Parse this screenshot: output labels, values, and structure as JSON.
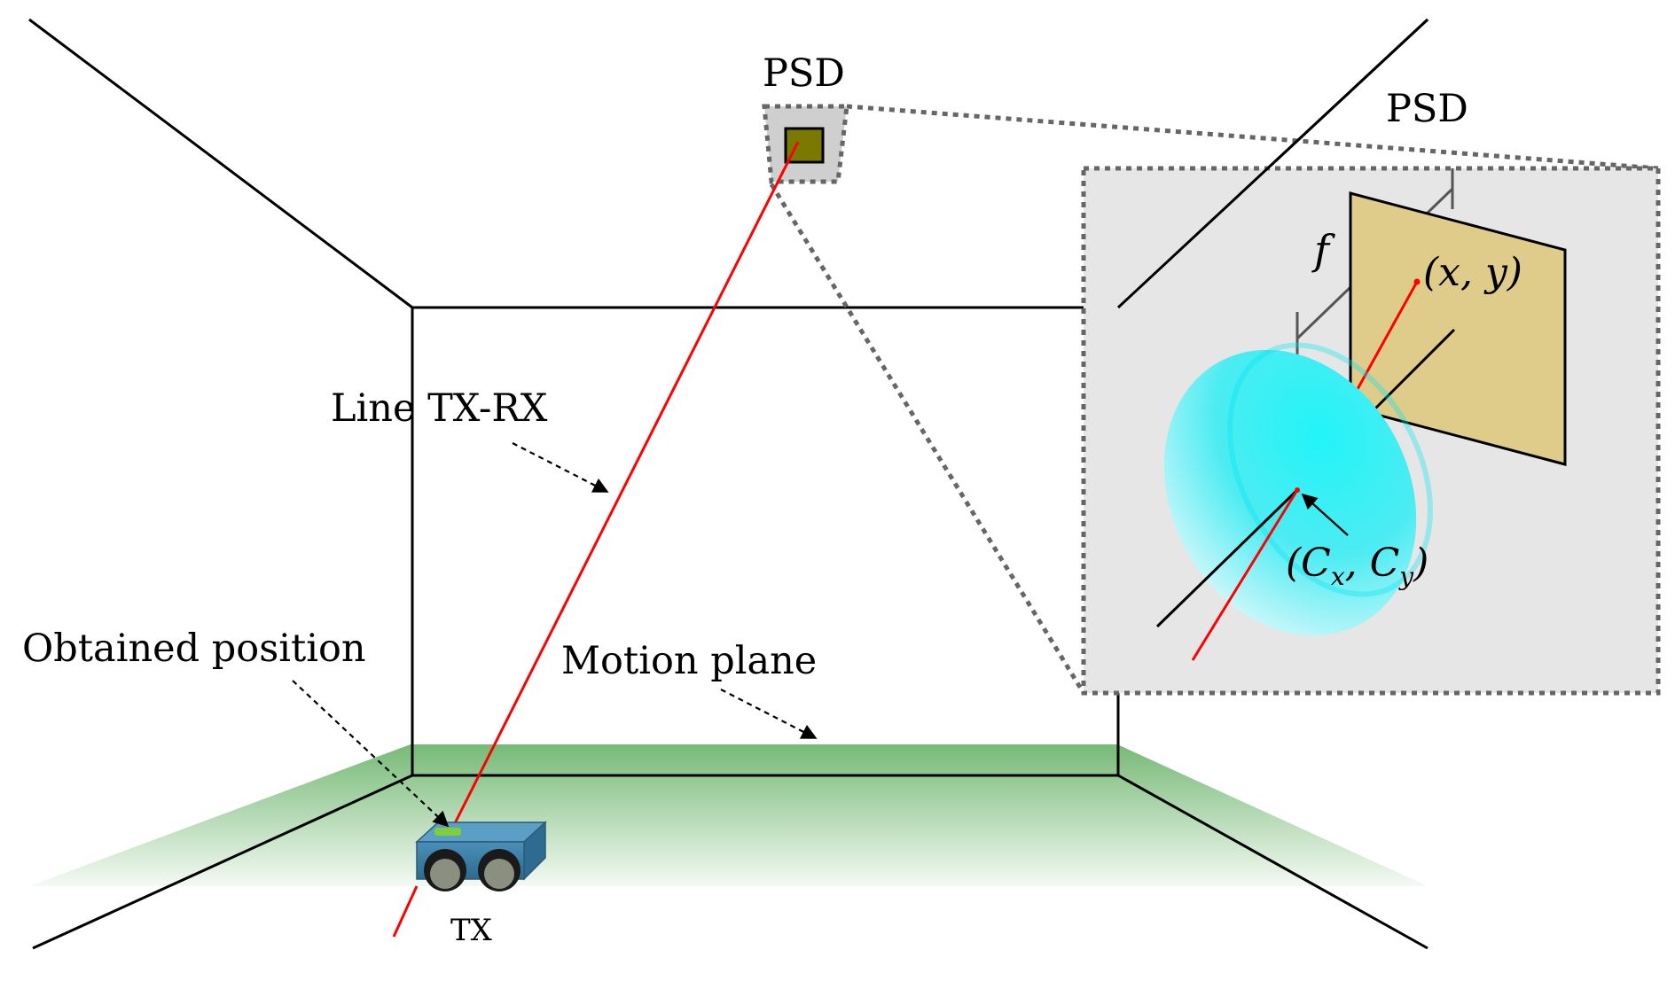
{
  "labels": {
    "psd_top": "PSD",
    "psd_inset": "PSD",
    "line_tx_rx": "Line TX-RX",
    "obtained_position": "Obtained position",
    "motion_plane": "Motion plane",
    "tx": "TX",
    "focal_length": "f",
    "image_point": "(x,  y)",
    "lens_center_prefix": "(",
    "lens_center_cx_base": "C",
    "lens_center_cx_sub": "x",
    "lens_center_sep": ",  ",
    "lens_center_cy_base": "C",
    "lens_center_cy_sub": "y",
    "lens_center_suffix": ")"
  },
  "colors": {
    "wall_lines": "#000000",
    "ray": "#ff0000",
    "motion_plane": "#6fb66f",
    "psd_sensor": "#7a7a00",
    "inset_background": "#e6e6e6",
    "inset_border": "#666666",
    "sensor_plate": "#dfcb8a",
    "lens": "#33f0f5",
    "robot_body": "#3d7ea6"
  }
}
